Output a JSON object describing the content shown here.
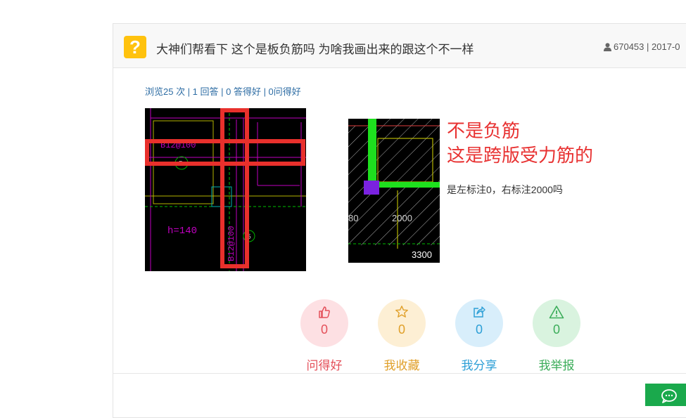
{
  "question": {
    "icon": "question-icon",
    "title": "大神们帮看下 这个是板负筋吗 为啥我画出来的跟这个不一样",
    "author": "670453",
    "date": "| 2017-0",
    "stats": "浏览25 次 | 1 回答 | 0 答得好 | 0问得好"
  },
  "answer": {
    "line1": "不是负筋",
    "line2": "这是跨版受力筋的",
    "sub": "是左标注0，右标注2000吗"
  },
  "drawing1": {
    "label_a": "B12@100",
    "label_b": "B12@100",
    "label_c": "h=140",
    "label_d": "5",
    "label_e": "5"
  },
  "drawing2": {
    "label_a": "80",
    "label_b": "2000",
    "label_c": "3300"
  },
  "actions": [
    {
      "label": "问得好",
      "count": "0",
      "color": "#e4505a",
      "bg": "#fde0e3",
      "icon": "thumbs-up-icon"
    },
    {
      "label": "我收藏",
      "count": "0",
      "color": "#e0a02a",
      "bg": "#fdefd4",
      "icon": "star-icon"
    },
    {
      "label": "我分享",
      "count": "0",
      "color": "#2d9fd6",
      "bg": "#d8eefb",
      "icon": "share-icon"
    },
    {
      "label": "我举报",
      "count": "0",
      "color": "#3cad5a",
      "bg": "#d9f3df",
      "icon": "warning-icon"
    }
  ]
}
